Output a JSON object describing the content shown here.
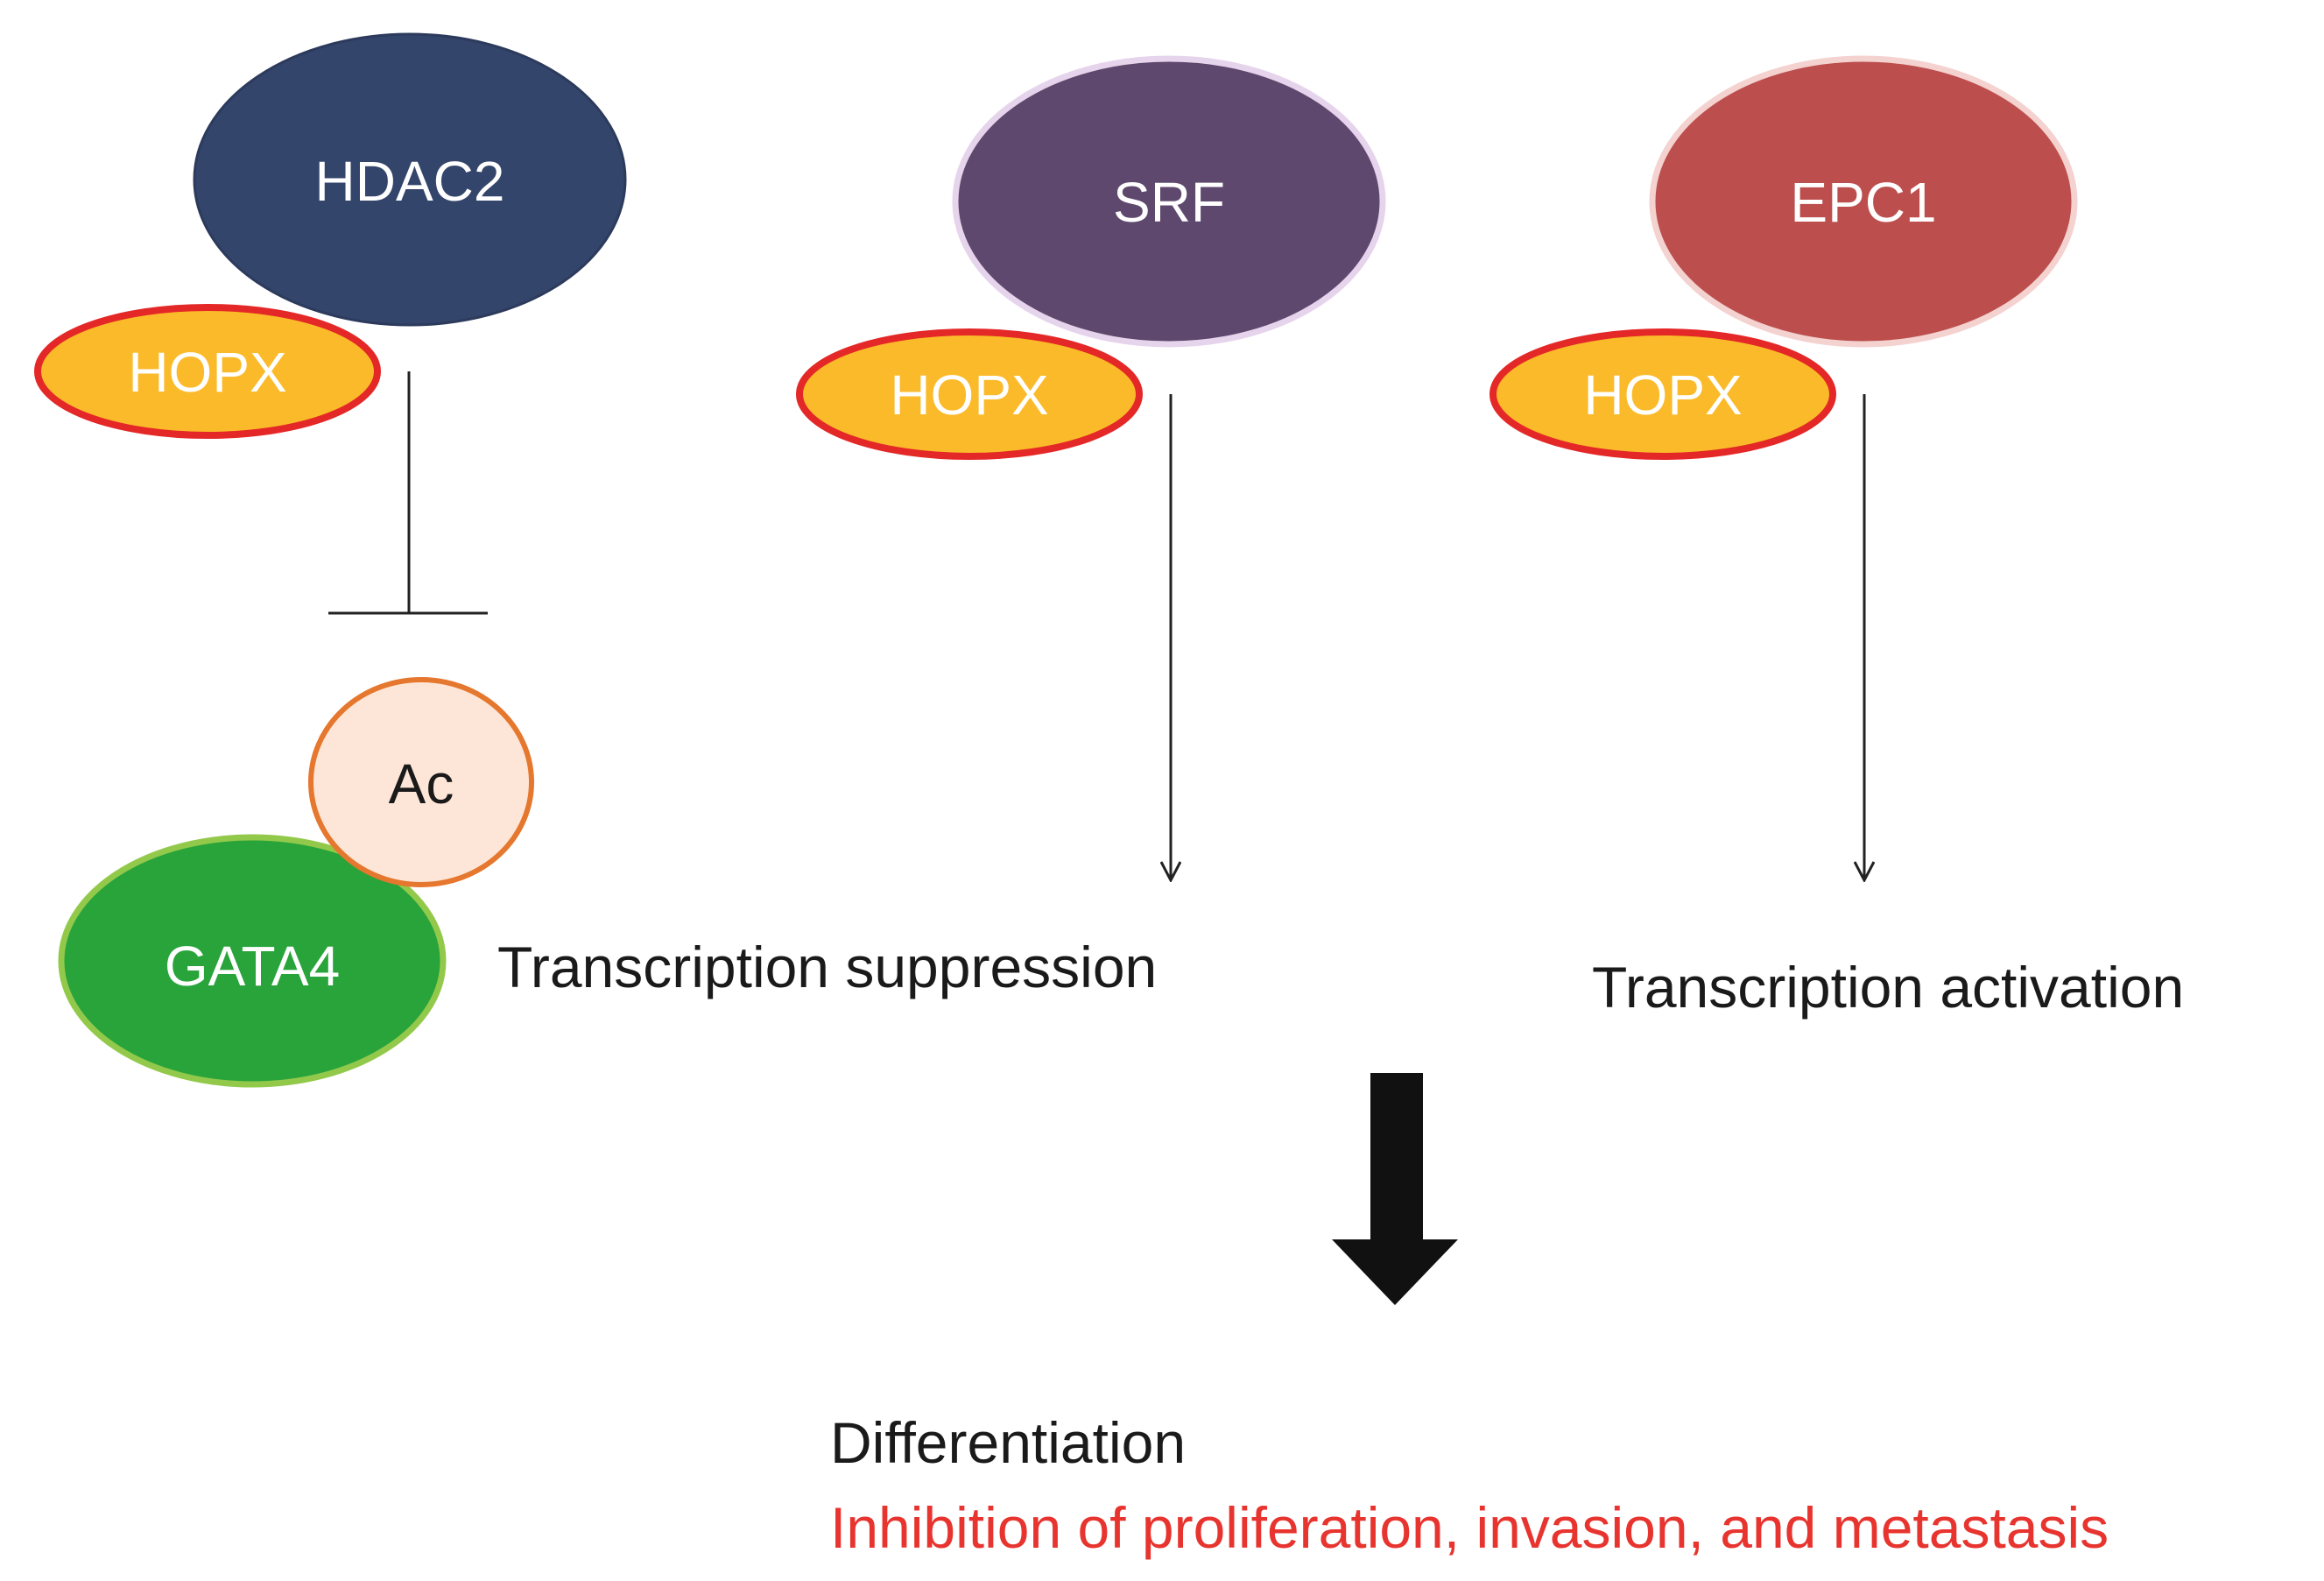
{
  "diagram": {
    "proteins": {
      "hdac2": "HDAC2",
      "srf": "SRF",
      "epc1": "EPC1",
      "hopx": "HOPX",
      "ac": "Ac",
      "gata4": "GATA4"
    },
    "outcomes": {
      "suppression": "Transcription suppression",
      "activation": "Transcription activation",
      "differentiation": "Differentiation",
      "inhibition": "Inhibition of proliferation, invasion, and metastasis"
    },
    "colors": {
      "hdac2": "#34456b",
      "srf": "#5f486d",
      "epc1": "#bc4f4d",
      "hopx_fill": "#fbba29",
      "hopx_border": "#e42727",
      "ac_fill": "#fde6d7",
      "ac_border": "#e5772e",
      "gata4_fill": "#28a43b",
      "gata4_border": "#93c94b",
      "inhibition_text": "#e8342f"
    },
    "icons": {
      "inhibition": "t-bar-inhibition-icon",
      "arrow": "thin-down-arrow-icon",
      "big_arrow": "thick-down-arrow-icon"
    }
  }
}
